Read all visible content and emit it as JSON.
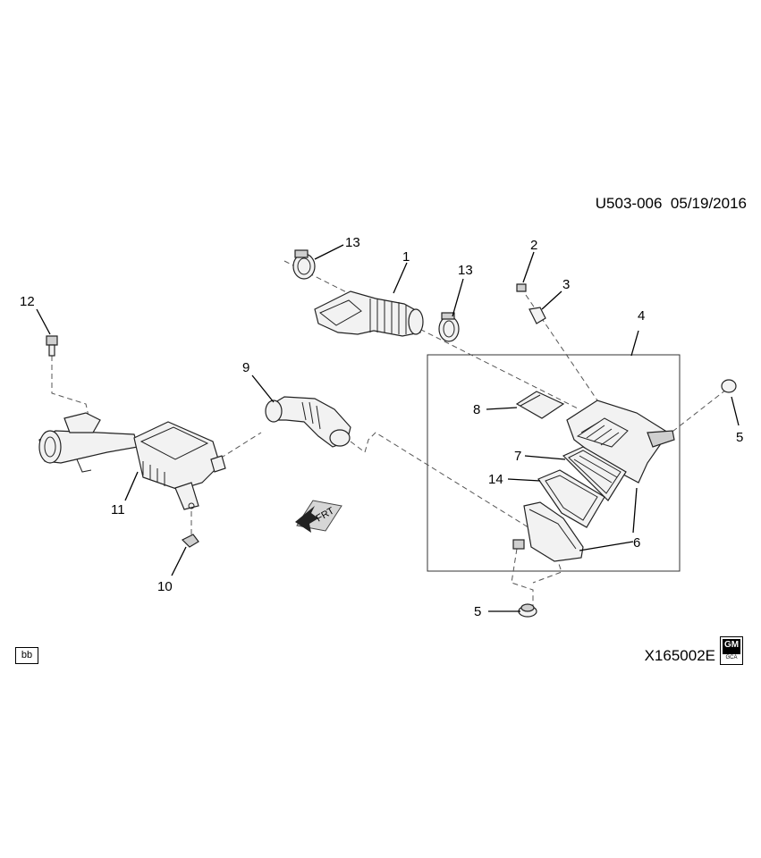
{
  "header": {
    "diagram_code": "U503-006",
    "date": "05/19/2016"
  },
  "footer": {
    "illustration_code": "X165002E",
    "bb_label": "bb",
    "logo_text": "GM",
    "logo_subtext": "GCA"
  },
  "callouts": [
    "1",
    "2",
    "3",
    "4",
    "5",
    "5",
    "6",
    "7",
    "8",
    "9",
    "10",
    "11",
    "12",
    "13",
    "13",
    "14"
  ],
  "front_arrow_label": "FRT"
}
